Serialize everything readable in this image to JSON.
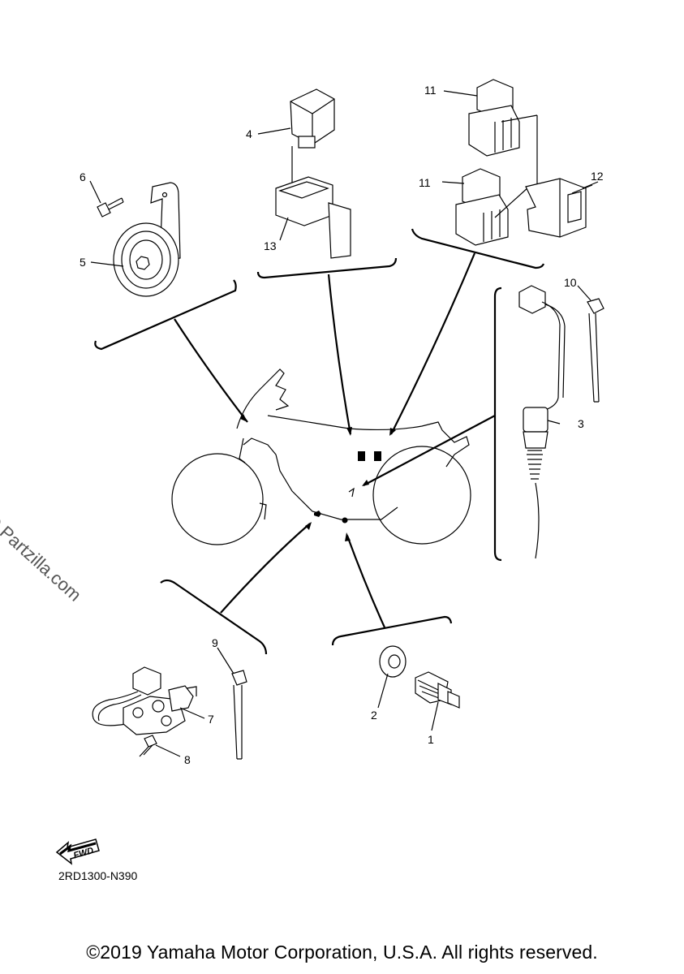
{
  "callouts": {
    "c1": "1",
    "c2": "2",
    "c3": "3",
    "c4": "4",
    "c5": "5",
    "c6": "6",
    "c7": "7",
    "c8": "8",
    "c9": "9",
    "c10": "10",
    "c11a": "11",
    "c11b": "11",
    "c12": "12",
    "c13": "13"
  },
  "fwd_label": "FWD",
  "diagram_code": "2RD1300-N390",
  "watermark": "© Partzilla.com",
  "copyright": "©2019 Yamaha Motor Corporation, U.S.A. All rights reserved."
}
